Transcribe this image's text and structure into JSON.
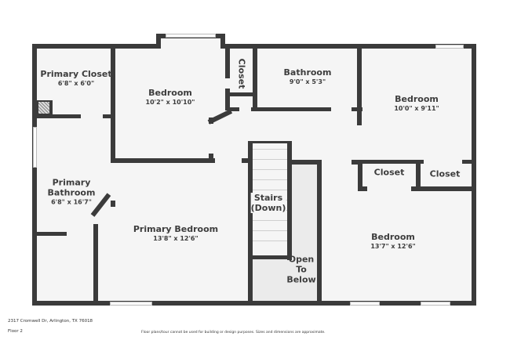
{
  "rooms": [
    {
      "name": "Primary Closet",
      "dims": "6'8\" x 6'0\""
    },
    {
      "name": "Bedroom",
      "dims": "10'2\" x 10'10\""
    },
    {
      "name": "Closet",
      "dims": ""
    },
    {
      "name": "Bathroom",
      "dims": "9'0\" x 5'3\""
    },
    {
      "name": "Bedroom",
      "dims": "10'0\" x 9'11\""
    },
    {
      "name": "Closet",
      "dims": ""
    },
    {
      "name": "Closet",
      "dims": ""
    },
    {
      "name": "Primary Bathroom",
      "dims": "6'8\" x 16'7\""
    },
    {
      "name": "Primary Bedroom",
      "dims": "13'8\" x 12'6\""
    },
    {
      "name": "Stairs (Down)",
      "dims": ""
    },
    {
      "name": "Open To Below",
      "dims": ""
    },
    {
      "name": "Bedroom",
      "dims": "13'7\" x 12'6\""
    }
  ],
  "labels": {
    "primary_closet": "Primary Closet",
    "primary_closet_dims": "6'8\" x 6'0\"",
    "bedroom_nw": "Bedroom",
    "bedroom_nw_dims": "10'2\" x 10'10\"",
    "closet_hall": "Closet",
    "bathroom": "Bathroom",
    "bathroom_dims": "9'0\" x 5'3\"",
    "bedroom_ne": "Bedroom",
    "bedroom_ne_dims": "10'0\" x 9'11\"",
    "closet_1": "Closet",
    "closet_2": "Closet",
    "primary_bath_1": "Primary",
    "primary_bath_2": "Bathroom",
    "primary_bath_dims": "6'8\" x 16'7\"",
    "primary_bedroom": "Primary Bedroom",
    "primary_bedroom_dims": "13'8\" x 12'6\"",
    "stairs_1": "Stairs",
    "stairs_2": "(Down)",
    "open_1": "Open",
    "open_2": "To",
    "open_3": "Below",
    "bedroom_se": "Bedroom",
    "bedroom_se_dims": "13'7\" x 12'6\""
  },
  "footer": {
    "address": "2317 Cromwell Dr, Arlington, TX 76018",
    "floor": "Floor 2",
    "disclaimer": "Floor plans/tour cannot be used for building or design purposes. Sizes and dimensions are approximate."
  },
  "colors": {
    "wall": "#3b3b3b",
    "floor": "#f5f5f5",
    "open_below": "#ebebeb",
    "text": "#3d3d3d"
  }
}
